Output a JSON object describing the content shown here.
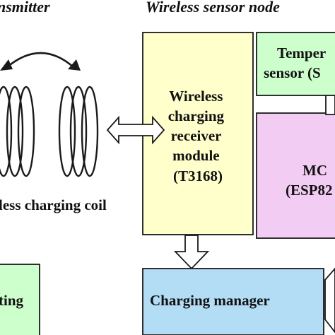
{
  "headers": {
    "transmitter": "nsmitter",
    "sensor_node": "Wireless sensor node"
  },
  "coil": {
    "label": "less charging coil"
  },
  "blocks": {
    "receiver": {
      "lines": [
        "Wireless",
        "charging",
        "receiver",
        "module",
        "(T3168)"
      ],
      "fill": "#ffffcc"
    },
    "temperature": {
      "lines": [
        "Temper",
        "sensor (S"
      ],
      "fill": "#ccffcc"
    },
    "mcu": {
      "lines": [
        "MC",
        "(ESP82"
      ],
      "fill": "#f2ccf2"
    },
    "charging_manager": {
      "label": "Charging manager",
      "fill": "#b3dcf5"
    },
    "left_partial": {
      "label": "ting",
      "fill": "#ccffcc"
    }
  },
  "colors": {
    "stroke": "#1a1a1a",
    "arrow_fill": "#ffffff"
  }
}
